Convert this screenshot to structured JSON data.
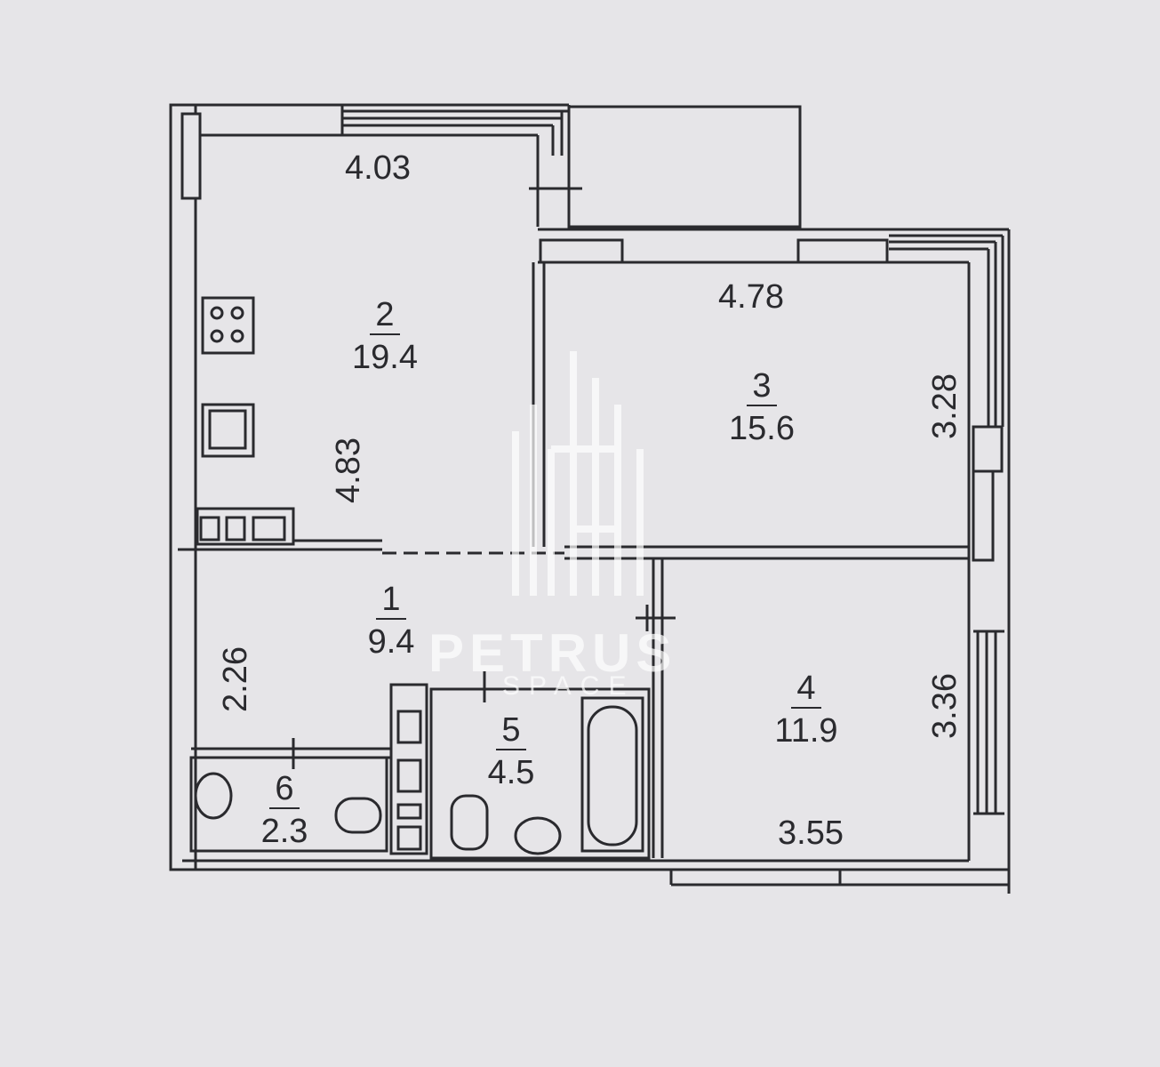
{
  "rooms": [
    {
      "number": "1",
      "area": "9.4"
    },
    {
      "number": "2",
      "area": "19.4"
    },
    {
      "number": "3",
      "area": "15.6"
    },
    {
      "number": "4",
      "area": "11.9"
    },
    {
      "number": "5",
      "area": "4.5"
    },
    {
      "number": "6",
      "area": "2.3"
    }
  ],
  "dimensions": {
    "kitchen_width": "4.03",
    "kitchen_length": "4.83",
    "bedroom_width": "4.78",
    "bedroom_length": "3.28",
    "hall_length": "2.26",
    "room4_length": "3.36",
    "room4_width": "3.55"
  },
  "watermark": {
    "brand": "PETRUS",
    "sub": "SPACE"
  },
  "colors": {
    "paper": "#e6e5e8",
    "ink": "#2a2a2e",
    "watermark": "#ffffff"
  }
}
